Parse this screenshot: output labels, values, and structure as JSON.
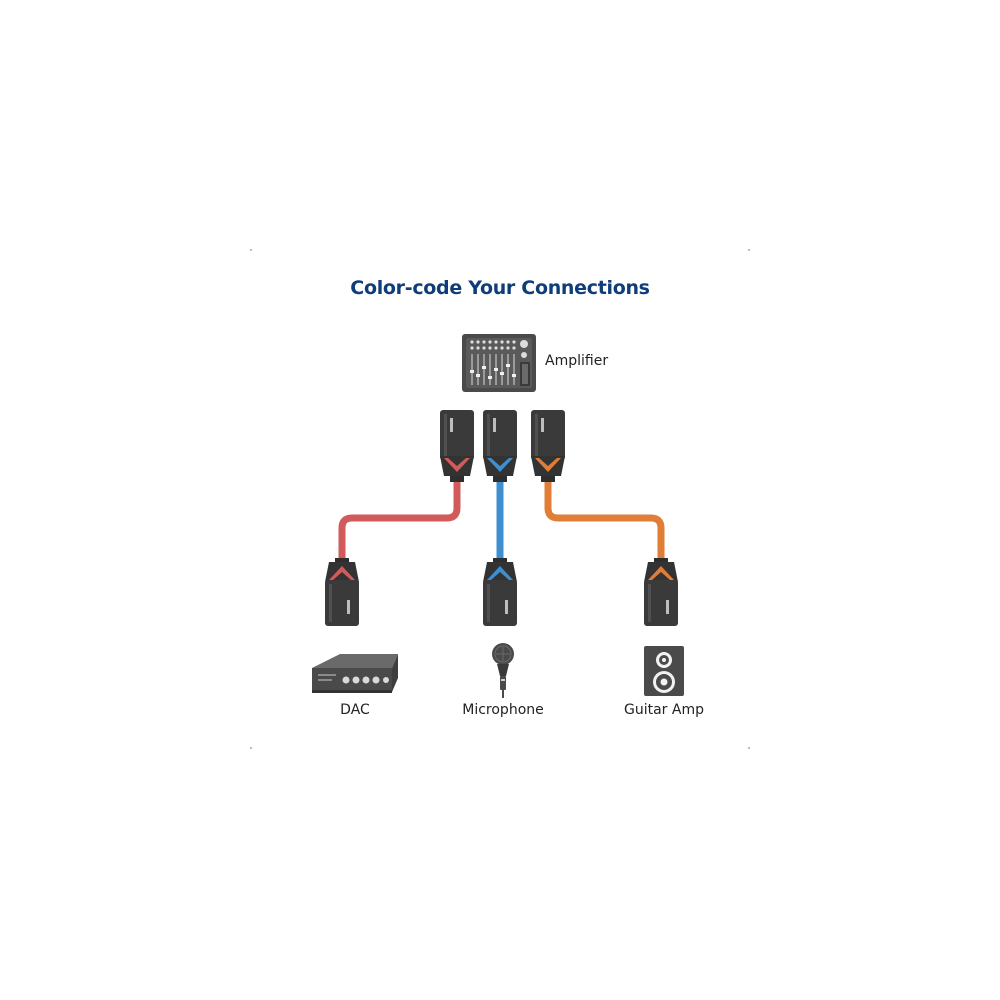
{
  "title": "Color-code Your Connections",
  "labels": {
    "amplifier": "Amplifier",
    "dac": "DAC",
    "microphone": "Microphone",
    "guitar_amp": "Guitar Amp"
  },
  "colors": {
    "title": "#0f3d7a",
    "red_cable": "#d35a5a",
    "blue_cable": "#3d8fd1",
    "orange_cable": "#e07d36",
    "connector_body": "#3a3a3a",
    "device_dark": "#4a4a4a"
  },
  "icons": [
    "mixer-console-icon",
    "dac-unit-icon",
    "microphone-icon",
    "speaker-cabinet-icon",
    "xlr-connector-icon"
  ]
}
